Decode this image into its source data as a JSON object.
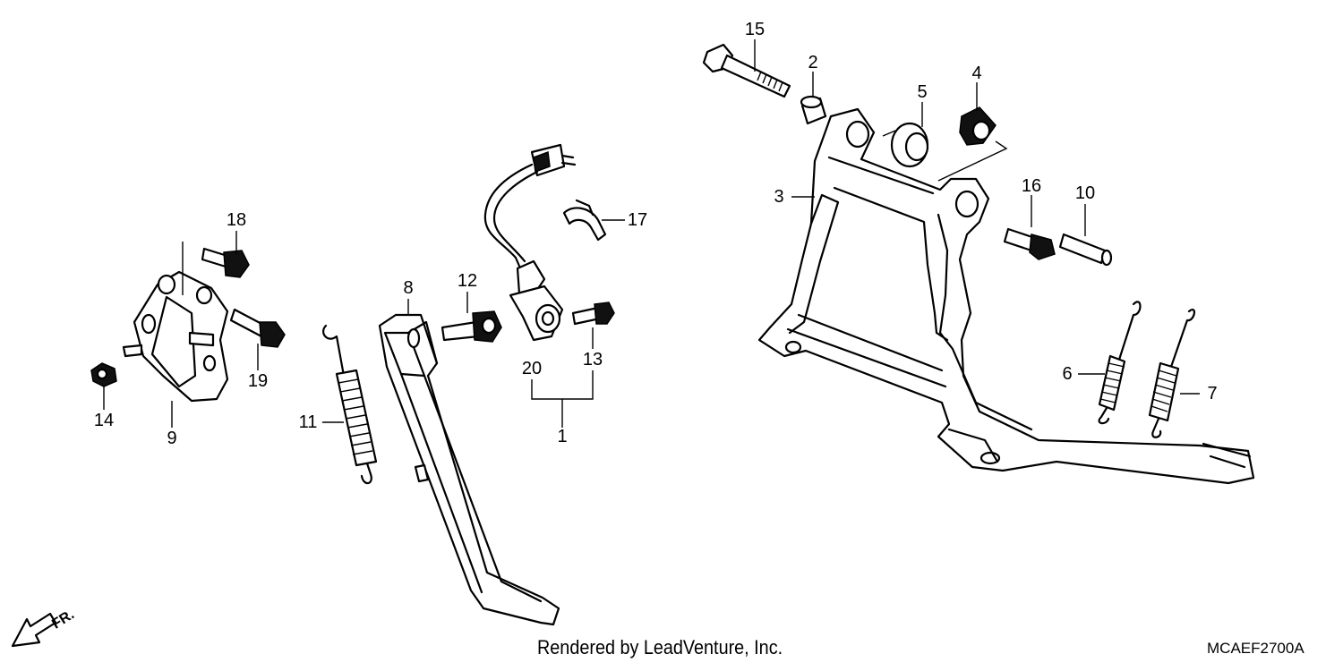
{
  "diagram": {
    "callouts": [
      {
        "num": "15"
      },
      {
        "num": "2"
      },
      {
        "num": "5"
      },
      {
        "num": "4"
      },
      {
        "num": "3"
      },
      {
        "num": "16"
      },
      {
        "num": "10"
      },
      {
        "num": "17"
      },
      {
        "num": "18"
      },
      {
        "num": "12"
      },
      {
        "num": "8"
      },
      {
        "num": "19"
      },
      {
        "num": "20"
      },
      {
        "num": "13"
      },
      {
        "num": "1"
      },
      {
        "num": "14"
      },
      {
        "num": "9"
      },
      {
        "num": "11"
      },
      {
        "num": "6"
      },
      {
        "num": "7"
      }
    ],
    "direction_label": "FR.",
    "credit": "Rendered by LeadVenture, Inc.",
    "diagram_code": "MCAEF2700A"
  }
}
